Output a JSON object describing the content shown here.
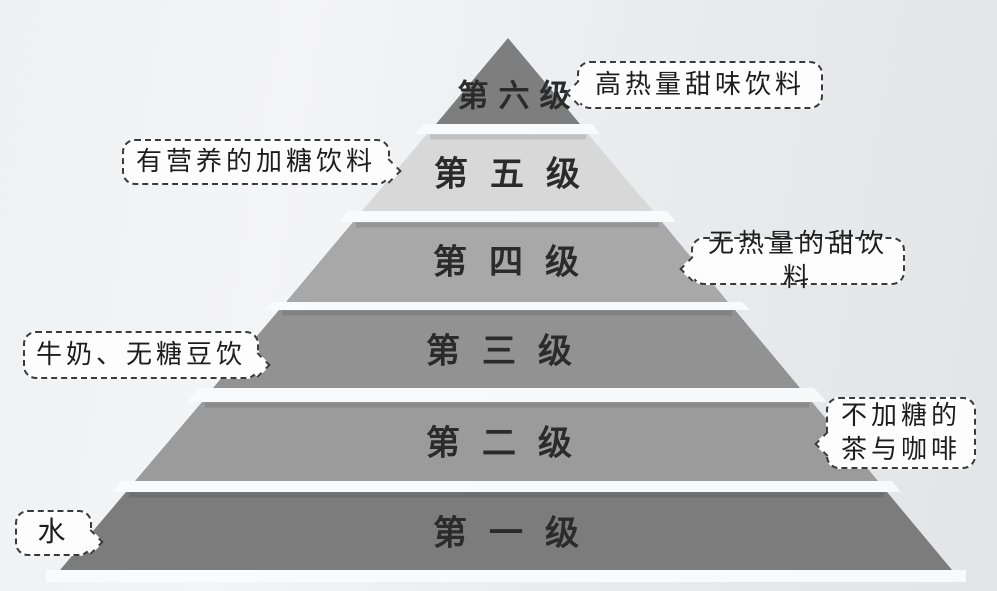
{
  "levels": [
    {
      "label": "第六级",
      "callout": "高热量甜味饮料",
      "color": "#7e7e7e"
    },
    {
      "label": "第五级",
      "callout": "有营养的加糖饮料",
      "color": "#d8d8d8"
    },
    {
      "label": "第四级",
      "callout": "无热量的甜饮料",
      "color": "#a8a8a8"
    },
    {
      "label": "第三级",
      "callout": "牛奶、无糖豆饮",
      "color": "#929292"
    },
    {
      "label": "第二级",
      "callout": "不加糖的\n茶与咖啡",
      "color": "#9b9b9b"
    },
    {
      "label": "第一级",
      "callout": "水",
      "color": "#7c7c7c"
    }
  ],
  "style": {
    "ink_color": "#2b2b2b",
    "callout_border": "#3a3a3a",
    "callout_background": "#fdfdfd"
  }
}
